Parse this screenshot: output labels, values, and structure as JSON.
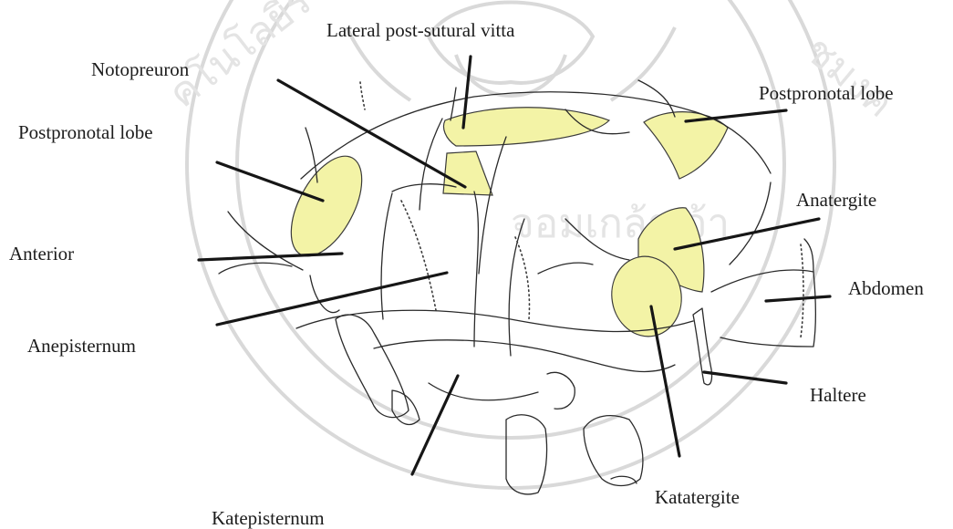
{
  "labels": {
    "lateral_post_sutural_vitta": "Lateral post-sutural vitta",
    "notopreuron": "Notopreuron",
    "postpronotal_lobe_left": "Postpronotal lobe",
    "postpronotal_lobe_right": "Postpronotal lobe",
    "anatergite": "Anatergite",
    "anterior": "Anterior",
    "abdomen": "Abdomen",
    "anepisternum": "Anepisternum",
    "haltere": "Haltere",
    "katatergite": "Katatergite",
    "katepisternum": "Katepisternum"
  },
  "colors": {
    "highlight": "#f3f3a6",
    "line": "#2a2a2a",
    "watermark": "#d9d9d9"
  }
}
